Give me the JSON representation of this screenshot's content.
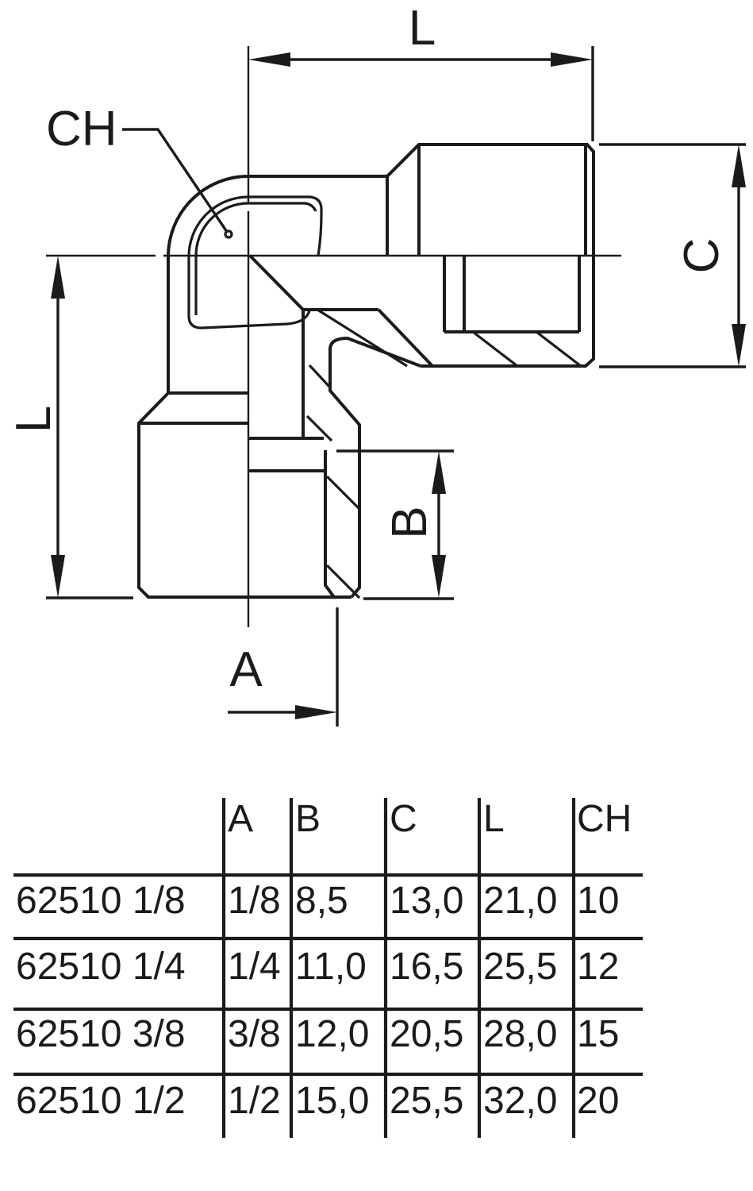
{
  "drawing": {
    "dim_top_length_label": "L",
    "dim_corner_label": "CH",
    "dim_right_height_label": "C",
    "dim_left_length_label": "L",
    "dim_thread_depth_label": "B",
    "dim_bottom_offset_label": "A"
  },
  "table": {
    "headers": [
      "A",
      "B",
      "C",
      "L",
      "CH"
    ],
    "rows": [
      {
        "part": "62510 1/8",
        "A": "1/8",
        "B": "8,5",
        "C": "13,0",
        "L": "21,0",
        "CH": "10"
      },
      {
        "part": "62510 1/4",
        "A": "1/4",
        "B": "11,0",
        "C": "16,5",
        "L": "25,5",
        "CH": "12"
      },
      {
        "part": "62510 3/8",
        "A": "3/8",
        "B": "12,0",
        "C": "20,5",
        "L": "28,0",
        "CH": "15"
      },
      {
        "part": "62510 1/2",
        "A": "1/2",
        "B": "15,0",
        "C": "25,5",
        "L": "32,0",
        "CH": "20"
      }
    ]
  }
}
